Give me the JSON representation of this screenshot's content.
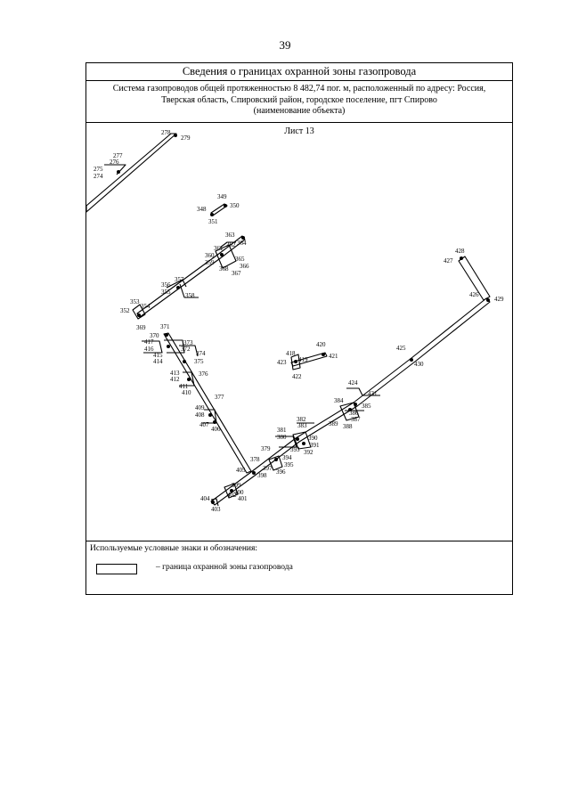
{
  "page_number": "39",
  "title": "Сведения о границах охранной зоны газопровода",
  "object": {
    "line1": "Система газопроводов общей протяженностью 8 482,74 пог. м, расположенный по адресу: Россия,",
    "line2": "Тверская область, Спировский район, городское поселение, пгт Спирово",
    "line3": "(наименование объекта)"
  },
  "sheet": "Лист 13",
  "legend": {
    "title": "Используемые условные знаки и обозначения:",
    "items": [
      {
        "symbol": "protection-zone-boundary",
        "text": "– граница охранной зоны газопровода"
      }
    ]
  },
  "map": {
    "point_labels": [
      "274",
      "275",
      "276",
      "277",
      "278",
      "279",
      "348",
      "349",
      "350",
      "351",
      "352",
      "353",
      "354",
      "355",
      "356",
      "357",
      "358",
      "359",
      "360",
      "361",
      "362",
      "363",
      "364",
      "365",
      "366",
      "367",
      "368",
      "369",
      "370",
      "371",
      "372",
      "373",
      "374",
      "375",
      "376",
      "377",
      "378",
      "379",
      "380",
      "381",
      "382",
      "383",
      "384",
      "385",
      "386",
      "387",
      "388",
      "389",
      "390",
      "391",
      "392",
      "393",
      "394",
      "395",
      "396",
      "397",
      "398",
      "399",
      "400",
      "401",
      "402",
      "403",
      "404",
      "405",
      "406",
      "407",
      "408",
      "409",
      "410",
      "411",
      "412",
      "413",
      "414",
      "415",
      "416",
      "417",
      "418",
      "419",
      "420",
      "421",
      "422",
      "423",
      "424",
      "425",
      "426",
      "427",
      "428",
      "429",
      "430",
      "431"
    ]
  }
}
